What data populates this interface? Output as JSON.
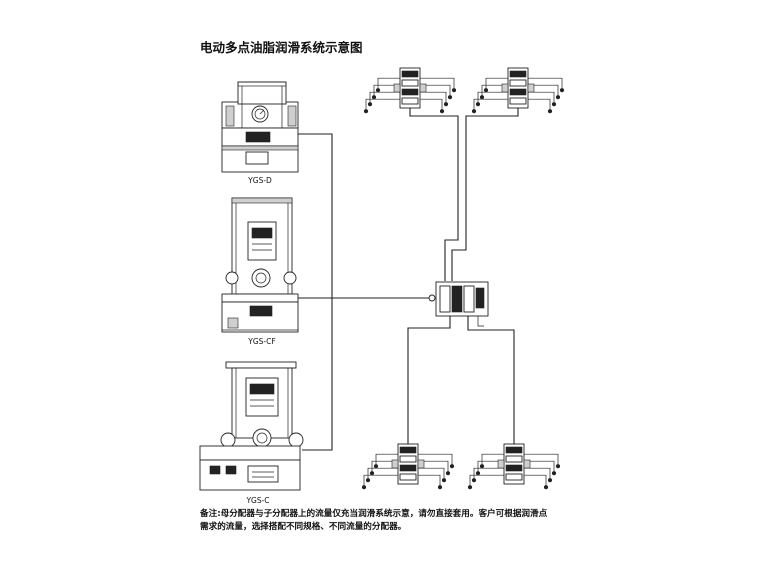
{
  "title": "电动多点油脂润滑系统示意图",
  "pumps": [
    {
      "label": "YGS-D"
    },
    {
      "label": "YGS-CF"
    },
    {
      "label": "YGS-C"
    }
  ],
  "note_lines": [
    "备注:母分配器与子分配器上的流量仅充当润滑系统示意，请勿直接套用。客户可根据润滑点",
    "需求的流量，选择搭配不同规格、不同流量的分配器。"
  ]
}
